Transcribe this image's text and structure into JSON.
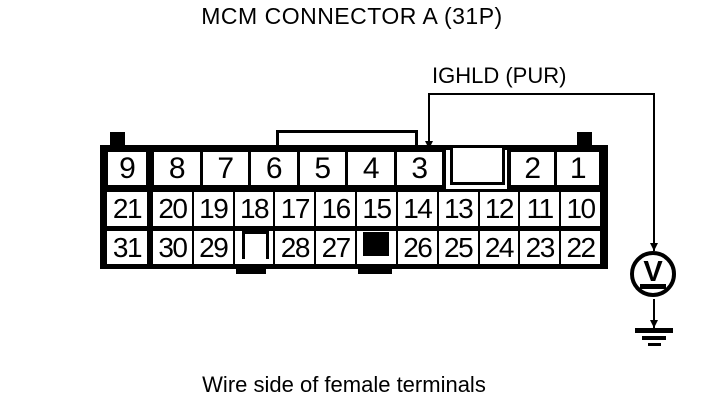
{
  "title": "MCM CONNECTOR A (31P)",
  "signal_label": "IGHLD (PUR)",
  "caption": "Wire side of female terminals",
  "meter": {
    "symbol": "V",
    "kind": "voltmeter",
    "grounded": true
  },
  "wire": {
    "from_pin": "3",
    "to": "voltmeter"
  },
  "colors": {
    "ink": "#000000",
    "paper": "#ffffff"
  },
  "connector": {
    "name": "MCM Connector A",
    "pin_count": "31P",
    "pins": {
      "row1": [
        "9",
        "8",
        "7",
        "6",
        "5",
        "4",
        "3",
        "2",
        "1"
      ],
      "row2": [
        "21",
        "20",
        "19",
        "18",
        "17",
        "16",
        "15",
        "14",
        "13",
        "12",
        "11",
        "10"
      ],
      "row3": [
        "31",
        "30",
        "29",
        "28",
        "27",
        "26",
        "25",
        "24",
        "23",
        "22"
      ]
    }
  }
}
